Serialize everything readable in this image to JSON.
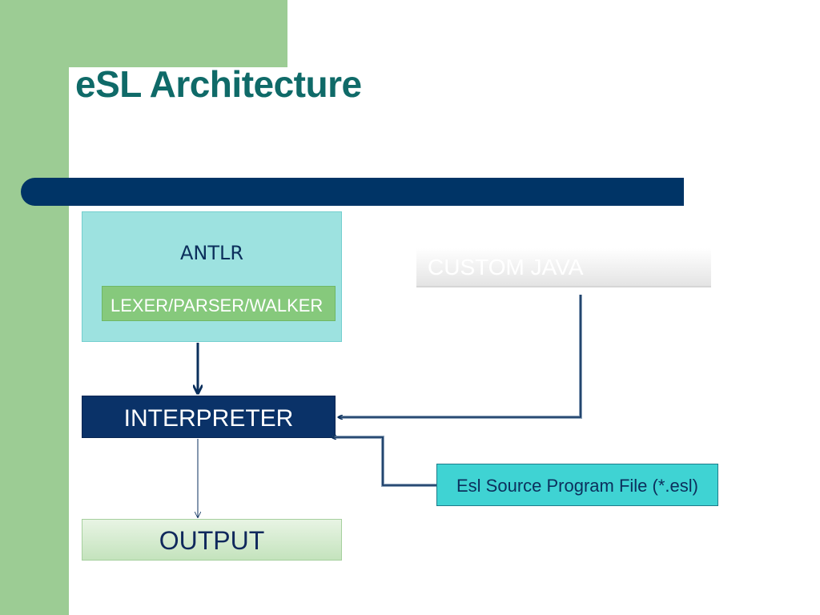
{
  "slide": {
    "title": "eSL Architecture"
  },
  "diagram": {
    "antlr": "ANTLR",
    "lexer": "LEXER/PARSER/WALKER",
    "custom_java": "CUSTOM JAVA",
    "interpreter": "INTERPRETER",
    "output": "OUTPUT",
    "source_file": "Esl Source Program File (*.esl)"
  },
  "colors": {
    "accent_green": "#9ccc94",
    "title_teal": "#0f6a68",
    "navy": "#003466",
    "antlr_fill": "#9de2e0",
    "source_fill": "#3fd3d3"
  }
}
